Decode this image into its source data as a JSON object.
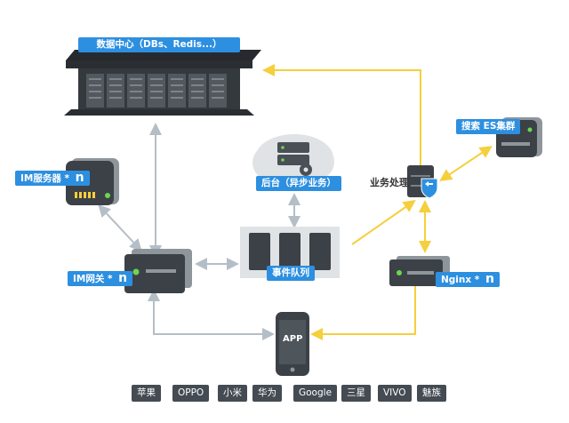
{
  "nodes": {
    "datacenter": "数据中心（DBs、Redis...）",
    "search_cluster": "搜索 ES集群",
    "im_server": "IM服务器 * ",
    "backend": "后台（异步业务）",
    "business": "业务处理",
    "event_queue": "事件队列",
    "im_gateway": "IM网关 * ",
    "nginx": "Nginx * ",
    "app": "APP",
    "n_symbol": "n"
  },
  "clients": [
    "苹果",
    "OPPO",
    "小米",
    "华为",
    "Google",
    "三星",
    "VIVO",
    "魅族"
  ],
  "colors": {
    "tag_blue": "#2d8fe0",
    "server_dark": "#3c4147",
    "arrow_gray": "#b4bec6",
    "arrow_yellow": "#f5cf3c",
    "led_green": "#6bd64f",
    "chip_bg": "#444b52"
  }
}
